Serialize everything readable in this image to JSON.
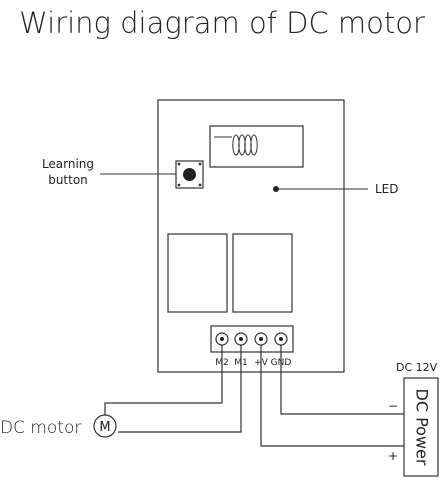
{
  "title": "Wiring diagram of DC motor",
  "labels": {
    "learning_button_line1": "Learning",
    "learning_button_line2": "button",
    "led": "LED",
    "motor_name": "DC motor",
    "motor_symbol": "M",
    "dc_voltage": "DC 12V",
    "power_label": "DC Power",
    "minus": "−",
    "plus": "+"
  },
  "terminals": [
    "M2",
    "M1",
    "+V",
    "GND"
  ]
}
